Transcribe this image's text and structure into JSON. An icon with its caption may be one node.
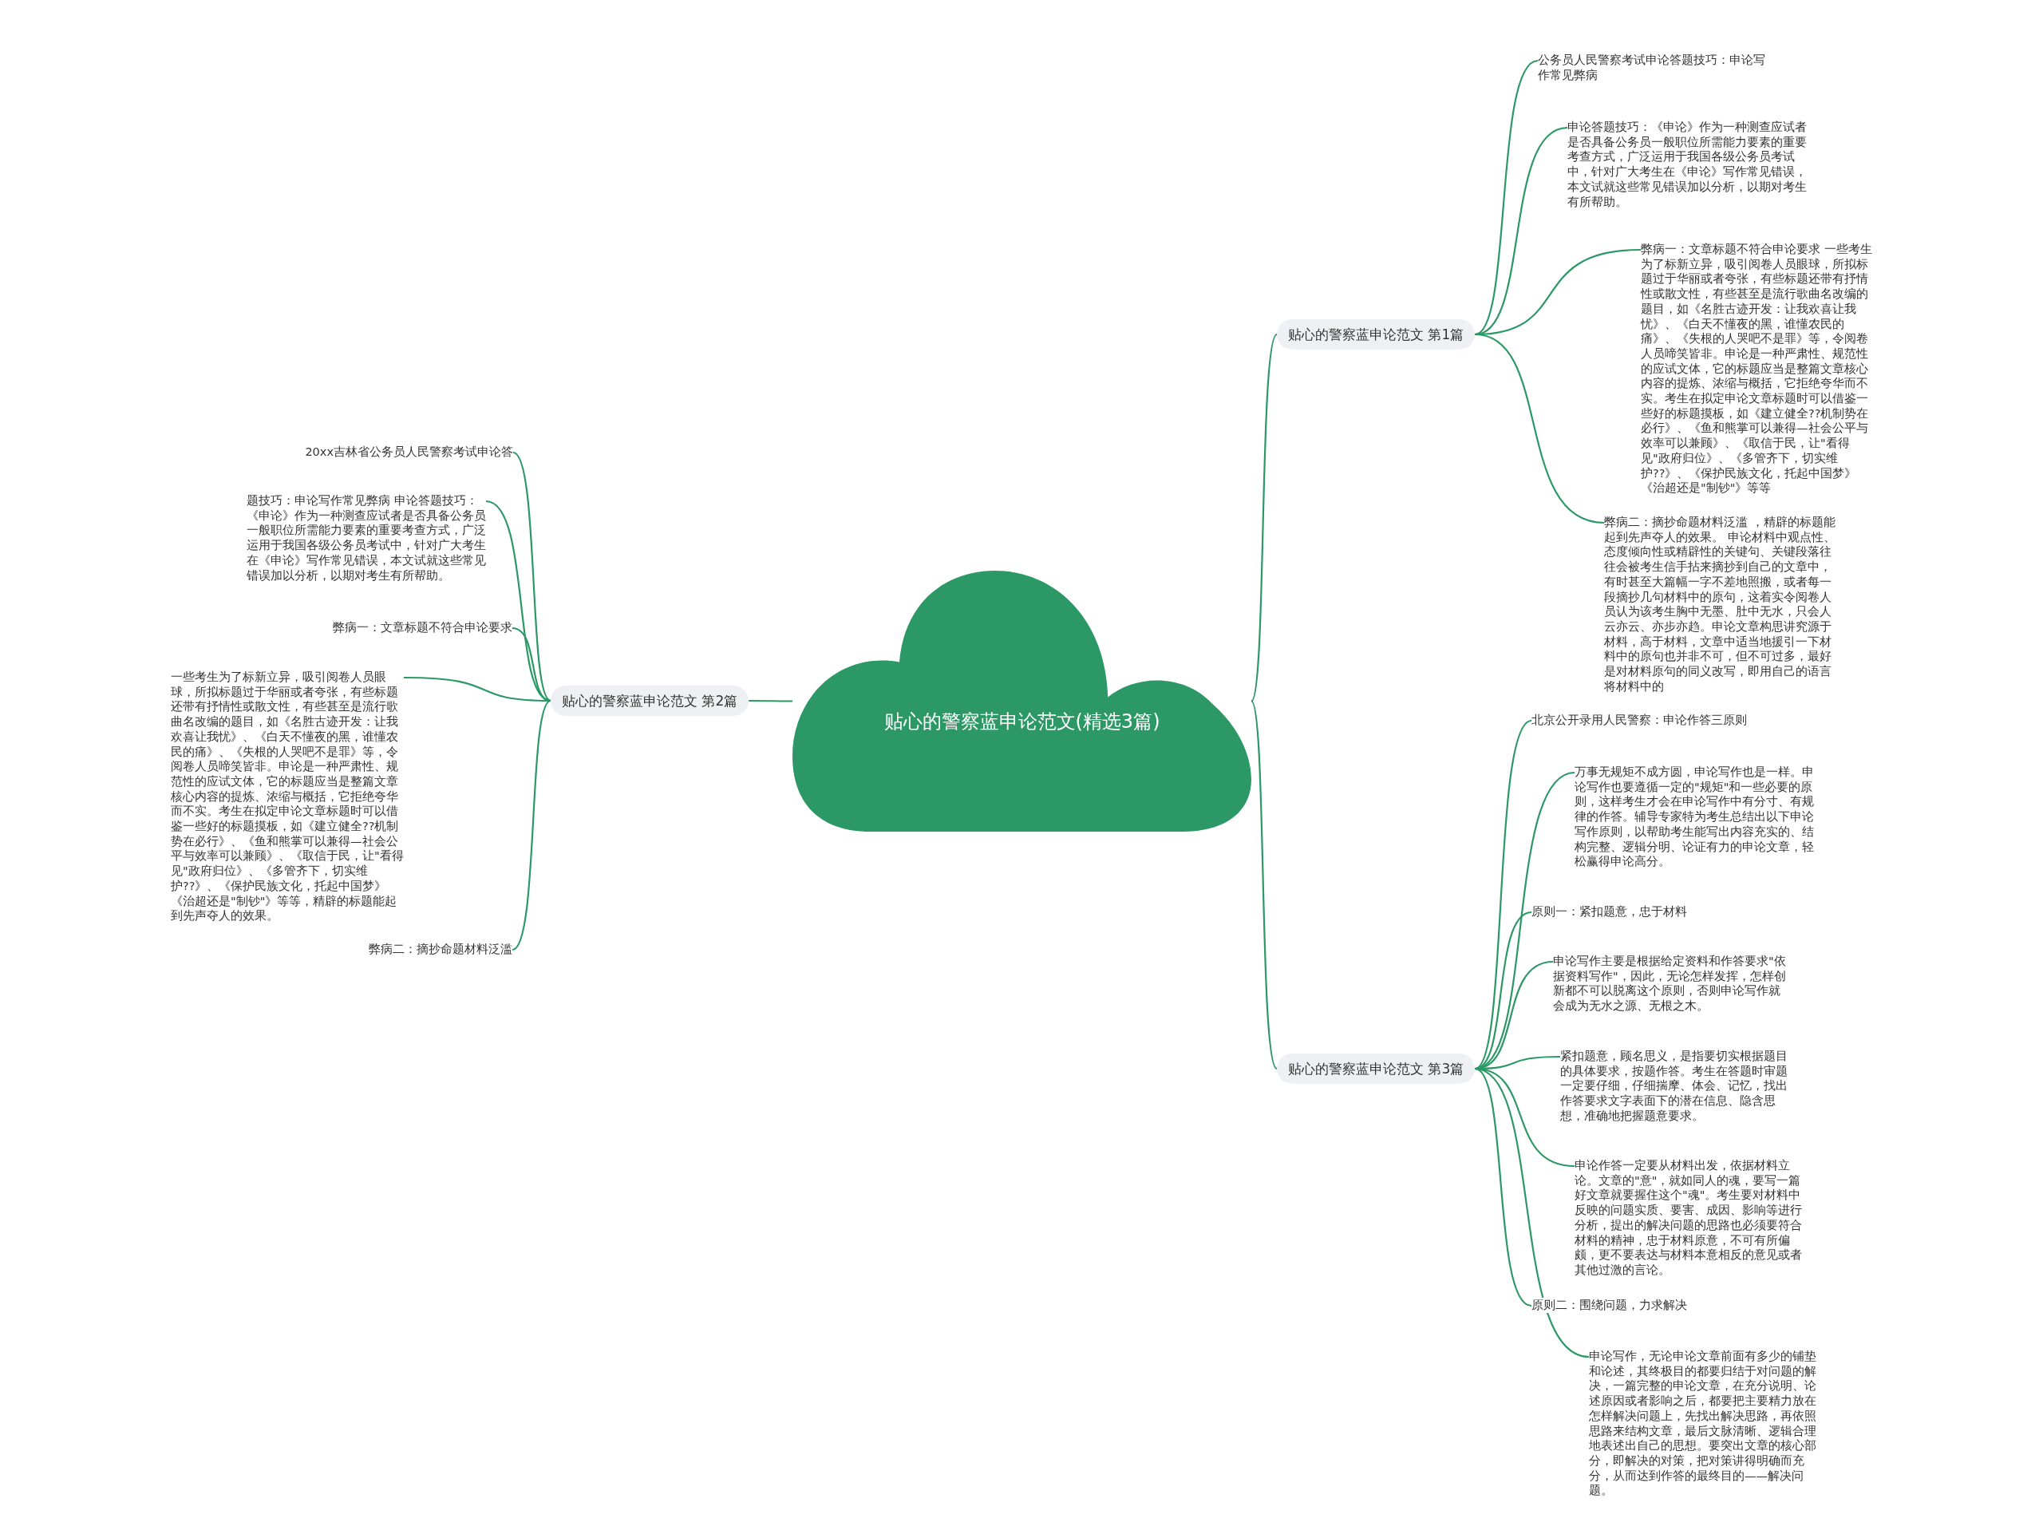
{
  "diagram": {
    "nodes": [
      {
        "text": [
          "贴心的警察蓝申论范文(精选3篇)"
        ]
      },
      {
        "text": [
          "贴心的警察蓝申论范文 第1篇"
        ]
      },
      {
        "text": [
          "公务员人民警察考试申论答题技巧：申论写作常见弊病"
        ]
      },
      {
        "text": [
          "申论答题技巧：《申论》作为一种测查应试者是否具备公务员一般职位所需能力要素的重要考查方式，广泛运用于我国各级公务员考试中，针对广大考生在《申论》写作常见错误，本文试就这些常见错误加以分析，以期对考生有所帮助。"
        ]
      },
      {
        "text": [
          "弊病一：文章标题不符合申论要求 一些考生为了标新立异，吸引阅卷人员眼球，所拟标题过于华丽或者夸张，有些标题还带有抒情性或散文性，有些甚至是流行歌曲名改编的题目，如《名胜古迹开发：让我欢喜让我忧》、《白天不懂夜的黑，谁懂农民的痛》、《失根的人哭吧不是罪》等，令阅卷人员啼笑皆非。申论是一种严肃性、规范性的应试文体，它的标题应当是整篇文章核心内容的提炼、浓缩与概括，它拒绝夸华而不实。考生在拟定申论文章标题时可以借鉴一些好的标题摸板，如《建立健全??机制势在必行》、《鱼和熊掌可以兼得—社会公平与效率可以兼顾》、《取信于民，让\"看得见\"政府归位》、《多管齐下，切实维护??》、《保护民族文化，托起中国梦》《治超还是\"制钞\"》等等"
        ]
      },
      {
        "text": [
          "弊病二：摘抄命题材料泛滥 ，精辟的标题能起到先声夺人的效果。 申论材料中观点性、态度倾向性或精辟性的关键句、关键段落往往会被考生信手拈来摘抄到自己的文章中，有时甚至大篇幅一字不差地照搬，或者每一段摘抄几句材料中的原句，这着实令阅卷人员认为该考生胸中无墨、肚中无水，只会人云亦云、亦步亦趋。申论文章构思讲究源于材料，高于材料，文章中适当地援引一下材料中的原句也并非不可，但不可过多，最好是对材料原句的同义改写，即用自己的语言将材料中的"
        ]
      },
      {
        "text": [
          "贴心的警察蓝申论范文 第2篇"
        ]
      },
      {
        "text": [
          "20xx吉林省公务员人民警察考试申论答"
        ]
      },
      {
        "text": [
          "题技巧：申论写作常见弊病 申论答题技巧：《申论》作为一种测查应试者是否具备公务员一般职位所需能力要素的重要考查方式，广泛运用于我国各级公务员考试中，针对广大考生在《申论》写作常见错误，本文试就这些常见错误加以分析，以期对考生有所帮助。"
        ]
      },
      {
        "text": [
          "弊病一：文章标题不符合申论要求"
        ]
      },
      {
        "text": [
          "一些考生为了标新立异，吸引阅卷人员眼球，所拟标题过于华丽或者夸张，有些标题还带有抒情性或散文性，有些甚至是流行歌曲名改编的题目，如《名胜古迹开发：让我欢喜让我忧》、《白天不懂夜的黑，谁懂农民的痛》、《失根的人哭吧不是罪》等，令阅卷人员啼笑皆非。申论是一种严肃性、规范性的应试文体，它的标题应当是整篇文章核心内容的提炼、浓缩与概括，它拒绝夸华而不实。考生在拟定申论文章标题时可以借鉴一些好的标题摸板，如《建立健全??机制势在必行》、《鱼和熊掌可以兼得—社会公平与效率可以兼顾》、《取信于民，让\"看得见\"政府归位》、《多管齐下，切实维护??》、《保护民族文化，托起中国梦》《治超还是\"制钞\"》等等，精辟的标题能起到先声夺人的效果。"
        ]
      },
      {
        "text": [
          "弊病二：摘抄命题材料泛滥"
        ]
      },
      {
        "text": [
          "贴心的警察蓝申论范文 第3篇"
        ]
      },
      {
        "text": [
          "北京公开录用人民警察：申论作答三原则"
        ]
      },
      {
        "text": [
          "万事无规矩不成方圆，申论写作也是一样。申论写作也要遵循一定的\"规矩\"和一些必要的原则，这样考生才会在申论写作中有分寸、有规律的作答。辅导专家特为考生总结出以下申论写作原则，以帮助考生能写出内容充实的、结构完整、逻辑分明、论证有力的申论文章，轻松赢得申论高分。"
        ]
      },
      {
        "text": [
          "原则一：紧扣题意，忠于材料"
        ]
      },
      {
        "text": [
          "申论写作主要是根据给定资料和作答要求\"依据资料写作\"，因此，无论怎样发挥，怎样创新都不可以脱离这个原则，否则申论写作就会成为无水之源、无根之木。"
        ]
      },
      {
        "text": [
          "紧扣题意，顾名思义，是指要切实根据题目的具体要求，按题作答。考生在答题时审题一定要仔细，仔细揣摩、体会、记忆，找出作答要求文字表面下的潜在信息、隐含思想，准确地把握题意要求。"
        ]
      },
      {
        "text": [
          "申论作答一定要从材料出发，依据材料立论。文章的\"意\"，就如同人的魂，要写一篇好文章就要握住这个\"魂\"。考生要对材料中反映的问题实质、要害、成因、影响等进行分析，提出的解决问题的思路也必须要符合材料的精神，忠于材料原意，不可有所偏颇，更不要表达与材料本意相反的意见或者其他过激的言论。"
        ]
      },
      {
        "text": [
          "原则二：围绕问题，力求解决"
        ]
      },
      {
        "text": [
          "申论写作，无论申论文章前面有多少的铺垫和论述，其终极目的都要归结于对问题的解决，一篇完整的申论文章，在充分说明、论述原因或者影响之后，都要把主要精力放在怎样解决问题上，先找出解决思路，再依照思路来结构文章，最后文脉清晰、逻辑合理地表述出自己的思想。要突出文章的核心部分，即解决的对策，把对策讲得明确而充分，从而达到作答的最终目的——解决问题。"
        ]
      }
    ],
    "edges": [
      {
        "from": 0,
        "to": 1,
        "arrow": "none"
      },
      {
        "from": 0,
        "to": 6,
        "arrow": "none"
      },
      {
        "from": 0,
        "to": 12,
        "arrow": "none"
      },
      {
        "from": 1,
        "to": 2,
        "arrow": "none"
      },
      {
        "from": 1,
        "to": 3,
        "arrow": "none"
      },
      {
        "from": 1,
        "to": 4,
        "arrow": "none"
      },
      {
        "from": 1,
        "to": 5,
        "arrow": "none"
      },
      {
        "from": 6,
        "to": 7,
        "arrow": "none"
      },
      {
        "from": 6,
        "to": 8,
        "arrow": "none"
      },
      {
        "from": 6,
        "to": 9,
        "arrow": "none"
      },
      {
        "from": 6,
        "to": 10,
        "arrow": "none"
      },
      {
        "from": 6,
        "to": 11,
        "arrow": "none"
      },
      {
        "from": 12,
        "to": 13,
        "arrow": "none"
      },
      {
        "from": 12,
        "to": 14,
        "arrow": "none"
      },
      {
        "from": 12,
        "to": 15,
        "arrow": "none"
      },
      {
        "from": 12,
        "to": 16,
        "arrow": "none"
      },
      {
        "from": 12,
        "to": 17,
        "arrow": "none"
      },
      {
        "from": 12,
        "to": 18,
        "arrow": "none"
      },
      {
        "from": 12,
        "to": 19,
        "arrow": "none"
      },
      {
        "from": 12,
        "to": 20,
        "arrow": "none"
      }
    ]
  }
}
